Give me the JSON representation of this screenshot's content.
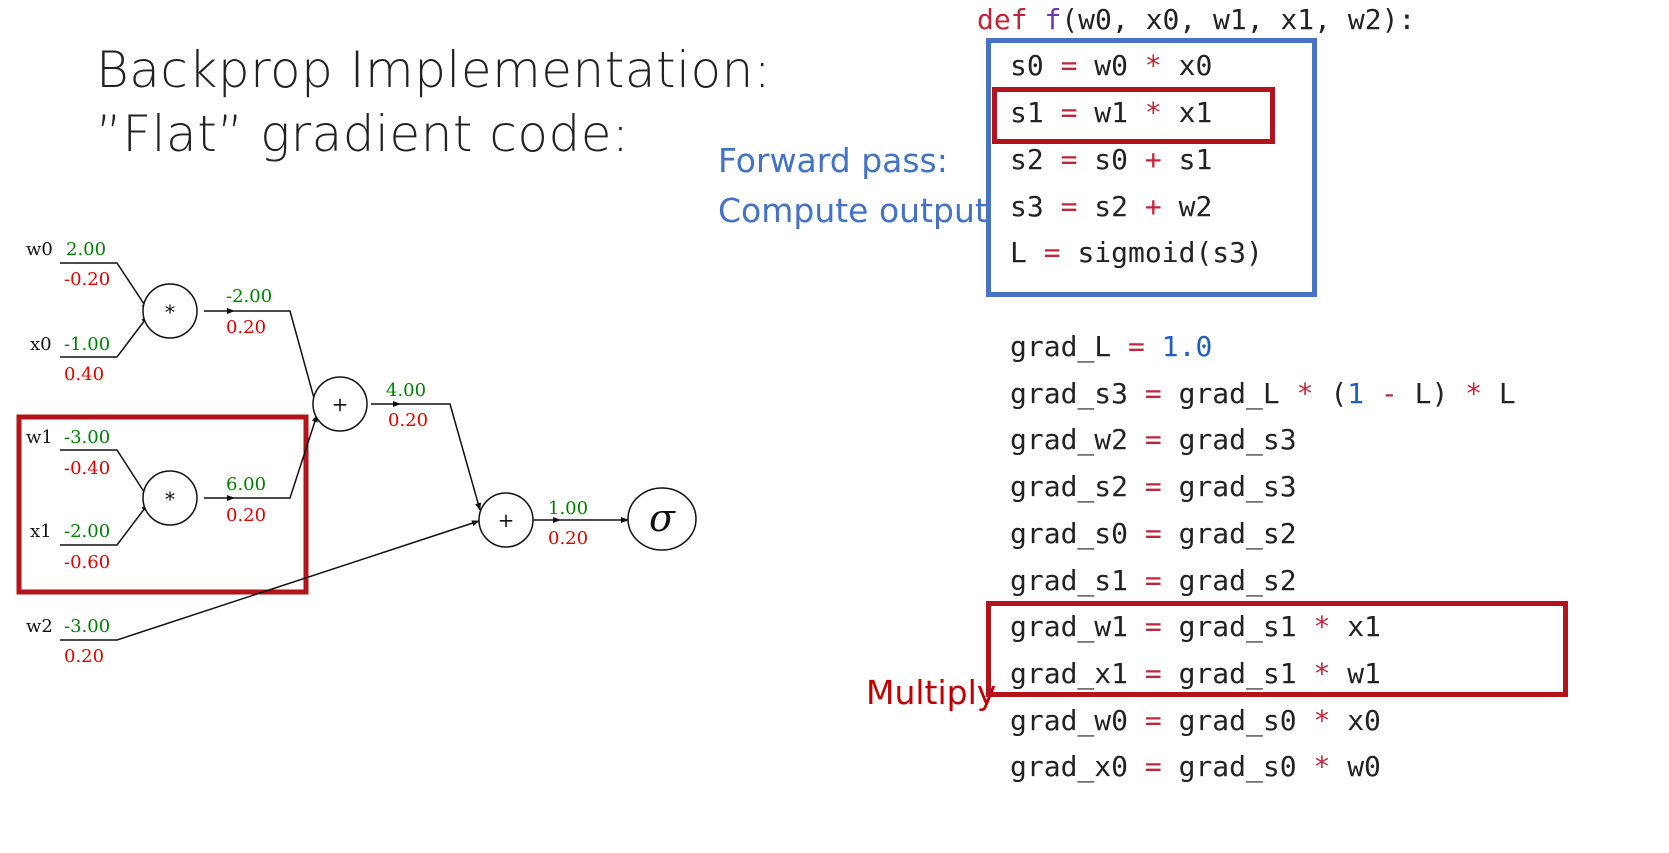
{
  "title": {
    "line1": "Backprop Implementation:",
    "line2": "”Flat” gradient code:"
  },
  "annotations": {
    "forward_line1": "Forward pass:",
    "forward_line2": "Compute output",
    "multiply": "Multiply"
  },
  "graph": {
    "inputs": [
      {
        "name": "w0",
        "value": "2.00",
        "grad": "-0.20"
      },
      {
        "name": "x0",
        "value": "-1.00",
        "grad": "0.40"
      },
      {
        "name": "w1",
        "value": "-3.00",
        "grad": "-0.40"
      },
      {
        "name": "x1",
        "value": "-2.00",
        "grad": "-0.60"
      },
      {
        "name": "w2",
        "value": "-3.00",
        "grad": "0.20"
      }
    ],
    "nodes": [
      {
        "op": "*",
        "value": "-2.00",
        "grad": "0.20"
      },
      {
        "op": "*",
        "value": "6.00",
        "grad": "0.20"
      },
      {
        "op": "+",
        "value": "4.00",
        "grad": "0.20"
      },
      {
        "op": "+",
        "value": "1.00",
        "grad": "0.20"
      },
      {
        "op": "σ"
      }
    ],
    "colors": {
      "value": "#008000",
      "grad": "#e00000",
      "highlight": "#b3141b"
    }
  },
  "code": {
    "def_keyword": "def",
    "fn_name": "f",
    "params": "(w0, x0, w1, x1, w2):",
    "forward": [
      [
        "s0",
        "=",
        "w0",
        "*",
        "x0"
      ],
      [
        "s1",
        "=",
        "w1",
        "*",
        "x1"
      ],
      [
        "s2",
        "=",
        "s0",
        "+",
        "s1"
      ],
      [
        "s3",
        "=",
        "s2",
        "+",
        "w2"
      ],
      [
        "L",
        "=",
        "sigmoid(s3)"
      ]
    ],
    "backward": {
      "grad_L": [
        "grad_L",
        "=",
        "1.0"
      ],
      "grad_s3": [
        "grad_s3",
        "=",
        "grad_L",
        "*",
        "(",
        "1",
        "-",
        "L)",
        "*",
        "L"
      ],
      "simple": [
        [
          "grad_w2",
          "=",
          "grad_s3"
        ],
        [
          "grad_s2",
          "=",
          "grad_s3"
        ],
        [
          "grad_s0",
          "=",
          "grad_s2"
        ],
        [
          "grad_s1",
          "=",
          "grad_s2"
        ]
      ],
      "mults": [
        [
          "grad_w1",
          "=",
          "grad_s1",
          "*",
          "x1"
        ],
        [
          "grad_x1",
          "=",
          "grad_s1",
          "*",
          "w1"
        ],
        [
          "grad_w0",
          "=",
          "grad_s0",
          "*",
          "x0"
        ],
        [
          "grad_x0",
          "=",
          "grad_s0",
          "*",
          "w0"
        ]
      ]
    }
  }
}
